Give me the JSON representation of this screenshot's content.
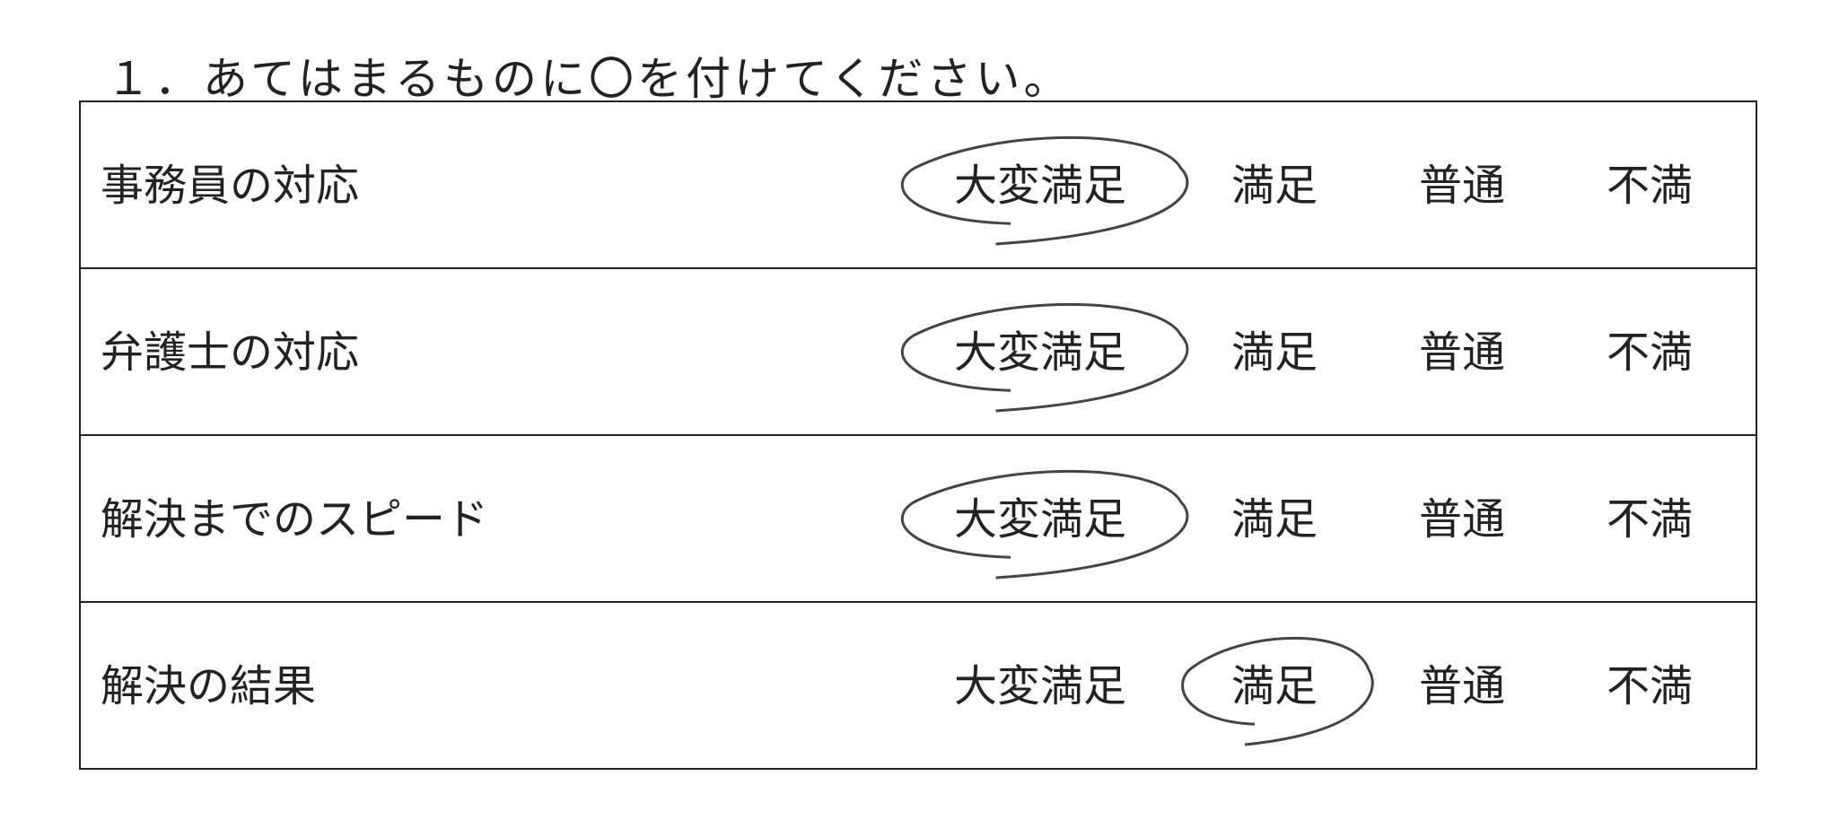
{
  "title": "１．あてはまるものに〇を付けてください。",
  "options": [
    "大変満足",
    "満足",
    "普通",
    "不満"
  ],
  "rows": [
    {
      "label": "事務員の対応",
      "selected": "大変満足"
    },
    {
      "label": "弁護士の対応",
      "selected": "大変満足"
    },
    {
      "label": "解決までのスピード",
      "selected": "大変満足"
    },
    {
      "label": "解決の結果",
      "selected": "満足"
    }
  ],
  "ink_color": "#444444"
}
